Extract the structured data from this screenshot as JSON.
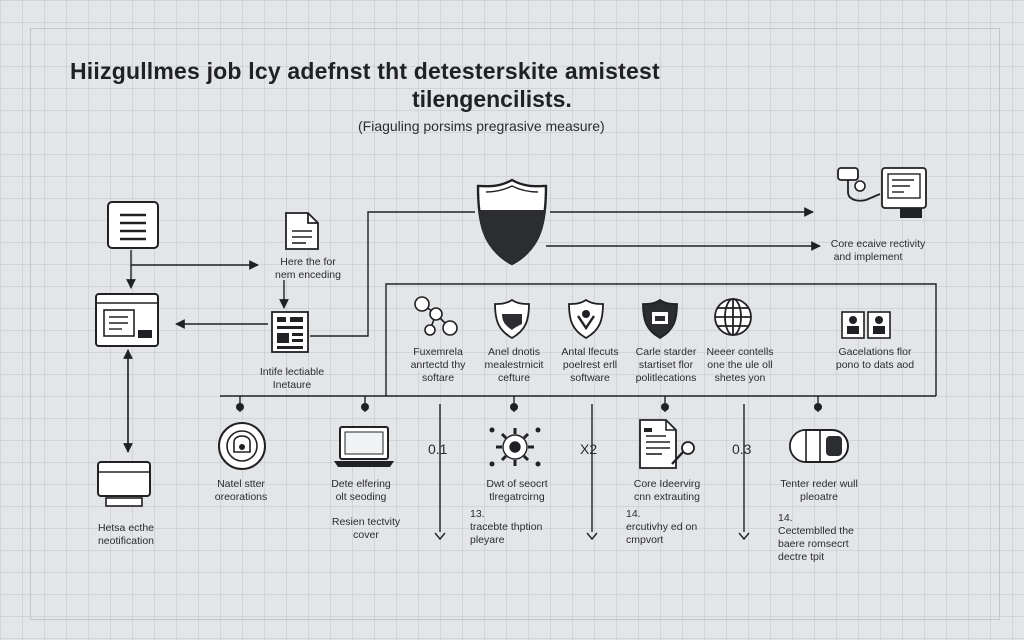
{
  "title": {
    "line1": "Hiizgullmes job lcy adefnst tht detesterskite amistest",
    "line2": "tilengencilists."
  },
  "subtitle": "(Fiaguling porsims pregrasive measure)",
  "left_column": {
    "top_label_1": "Here the for",
    "top_label_2": "nem enceding",
    "mid_label_1": "Intife lectiable",
    "mid_label_2": "Inetaure",
    "bottom_label_1": "Hetsa ecthe",
    "bottom_label_2": "neotification"
  },
  "right_top_label": {
    "line1": "Core ecaive rectivity",
    "line2": "and implement"
  },
  "panel_items": [
    {
      "icon": "molecule-icon",
      "line1": "Fuxemrela",
      "line2": "anrtectd thy",
      "line3": "softare"
    },
    {
      "icon": "shield-scroll-icon",
      "line1": "Anel dnotis",
      "line2": "mealestrnicit",
      "line3": "cefture"
    },
    {
      "icon": "shield-check-icon",
      "line1": "Antal lfecuts",
      "line2": "poelrest erll",
      "line3": "software"
    },
    {
      "icon": "shield-badge-icon",
      "line1": "Carle starder",
      "line2": "startiset flor",
      "line3": "politlecations"
    },
    {
      "icon": "globe-icon",
      "line1": "Neeer contells",
      "line2": "one the ule oll",
      "line3": "shetes yon"
    },
    {
      "icon": "people-icon",
      "line1": "Gacelations flor",
      "line2": "pono to dats aod",
      "line3": ""
    }
  ],
  "timeline": {
    "steps": [
      {
        "icon": "helmet-icon",
        "line1": "Natel stter",
        "line2": "oreorations",
        "extra1": "",
        "extra2": ""
      },
      {
        "icon": "laptop-icon",
        "line1": "Dete elfering",
        "line2": "olt seoding",
        "extra1": "Resien tectvity",
        "extra2": "cover"
      },
      {
        "icon": "gear-network-icon",
        "line1": "Dwt of seocrt",
        "line2": "tlregatrcirng",
        "extra1": "tracebte thption",
        "extra2": "pleyare"
      },
      {
        "icon": "document-key-icon",
        "line1": "Core Ideervirg",
        "line2": "cnn extrauting",
        "extra1": "ercutivhy ed on",
        "extra2": "cmpvort"
      },
      {
        "icon": "capsule-icon",
        "line1": "Tenter reder wull",
        "line2": "pleoatre",
        "extra1": "Cectemblled the",
        "extra2": "baere romsecrt"
      }
    ],
    "step_extra_last": "dectre tpit",
    "markers": [
      "0.1",
      "X2",
      "0.3"
    ],
    "sub_numbers": [
      "13.",
      "14.",
      "14."
    ]
  },
  "colors": {
    "background": "#e4e5e6",
    "ink": "#1f2124",
    "shield_dark": "#2b2d31"
  }
}
